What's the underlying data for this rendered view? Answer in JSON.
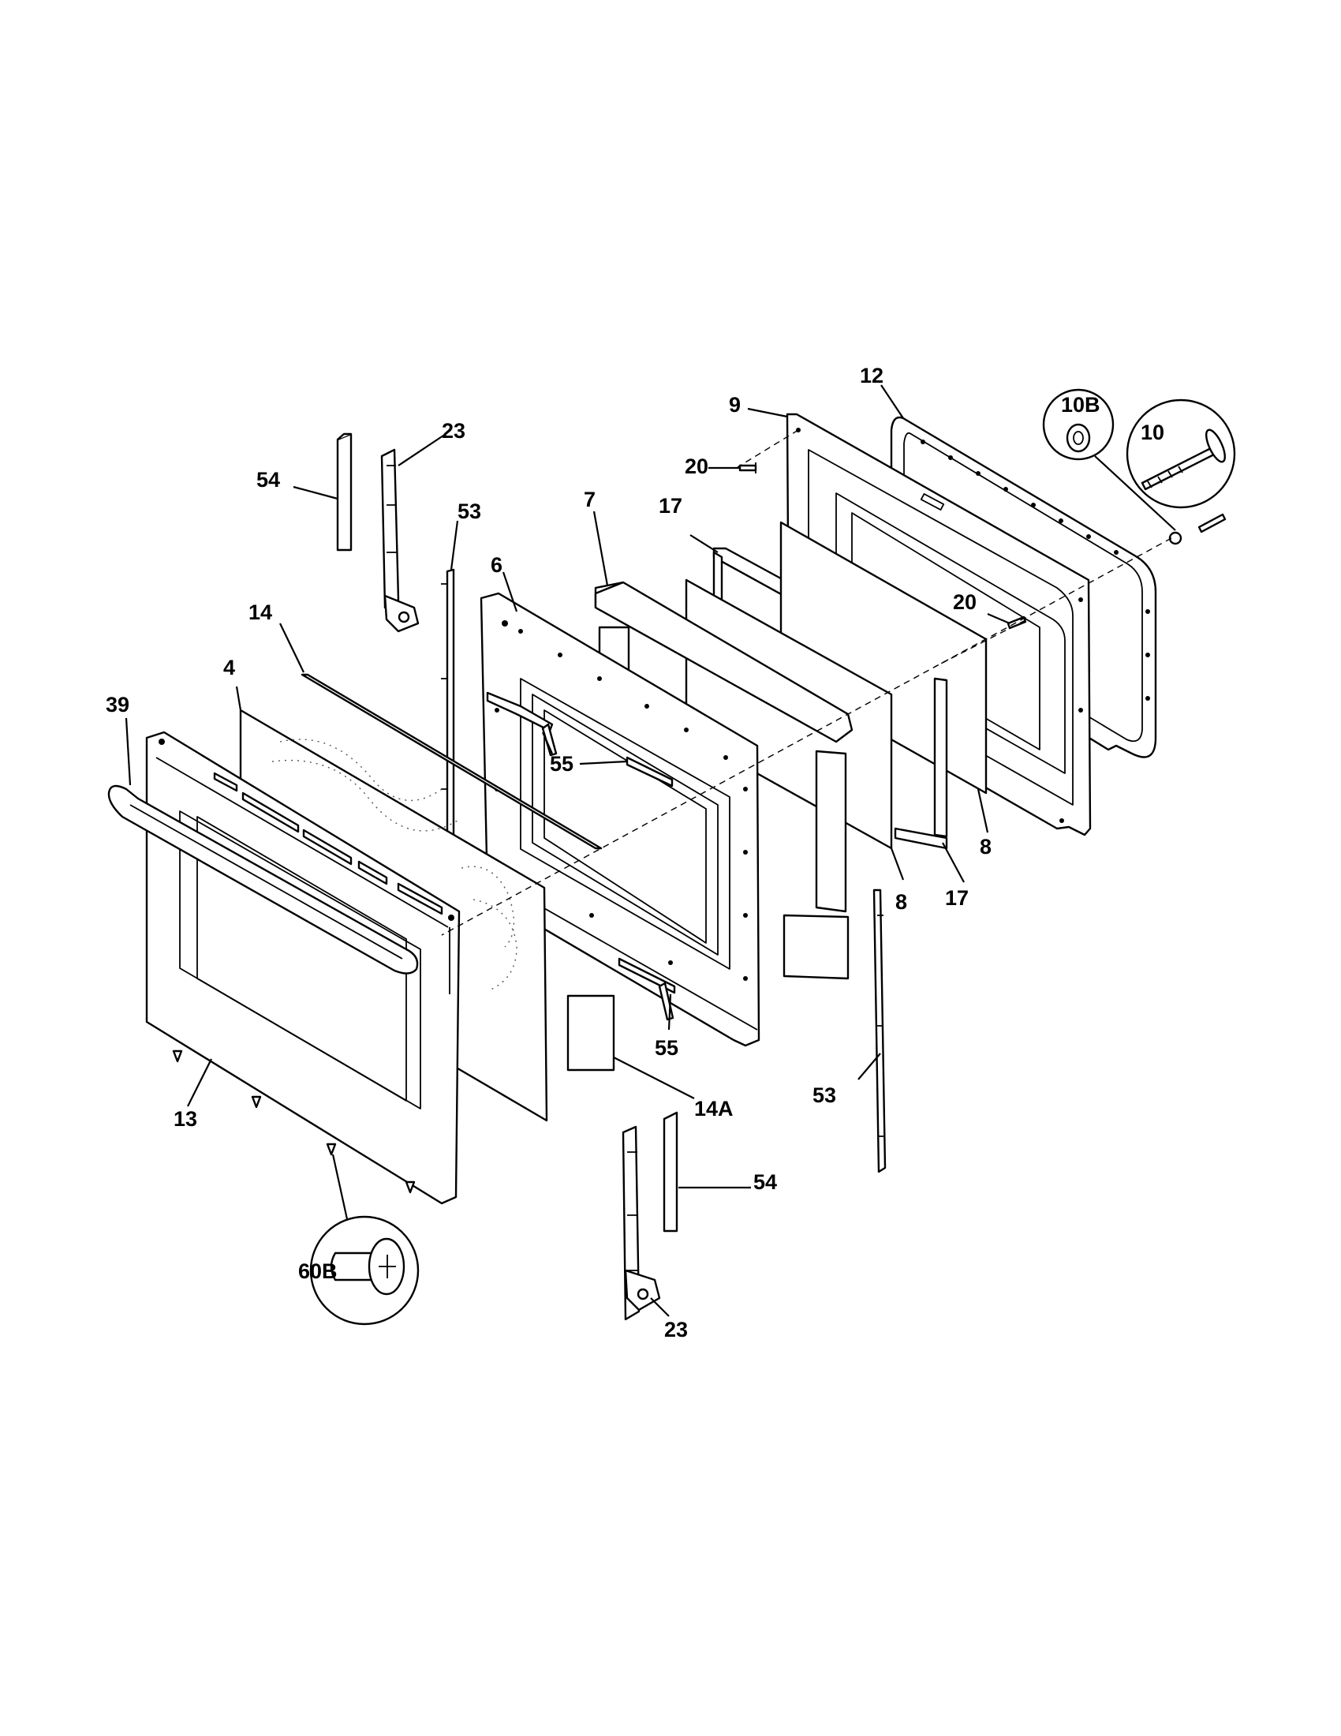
{
  "callouts": [
    {
      "id": "c-12",
      "text": "12"
    },
    {
      "id": "c-9",
      "text": "9"
    },
    {
      "id": "c-10b",
      "text": "10B"
    },
    {
      "id": "c-10",
      "text": "10"
    },
    {
      "id": "c-23-top",
      "text": "23"
    },
    {
      "id": "c-54-top",
      "text": "54"
    },
    {
      "id": "c-53-top",
      "text": "53"
    },
    {
      "id": "c-20-top",
      "text": "20"
    },
    {
      "id": "c-7",
      "text": "7"
    },
    {
      "id": "c-17-top",
      "text": "17"
    },
    {
      "id": "c-6",
      "text": "6"
    },
    {
      "id": "c-14",
      "text": "14"
    },
    {
      "id": "c-20-mid",
      "text": "20"
    },
    {
      "id": "c-4",
      "text": "4"
    },
    {
      "id": "c-39",
      "text": "39"
    },
    {
      "id": "c-55-mid",
      "text": "55"
    },
    {
      "id": "c-8-right",
      "text": "8"
    },
    {
      "id": "c-8-mid",
      "text": "8"
    },
    {
      "id": "c-17-bottom",
      "text": "17"
    },
    {
      "id": "c-55-bottom",
      "text": "55"
    },
    {
      "id": "c-53-bottom",
      "text": "53"
    },
    {
      "id": "c-14a",
      "text": "14A"
    },
    {
      "id": "c-13",
      "text": "13"
    },
    {
      "id": "c-54-bottom",
      "text": "54"
    },
    {
      "id": "c-60b",
      "text": "60B"
    },
    {
      "id": "c-23-bottom",
      "text": "23"
    }
  ]
}
